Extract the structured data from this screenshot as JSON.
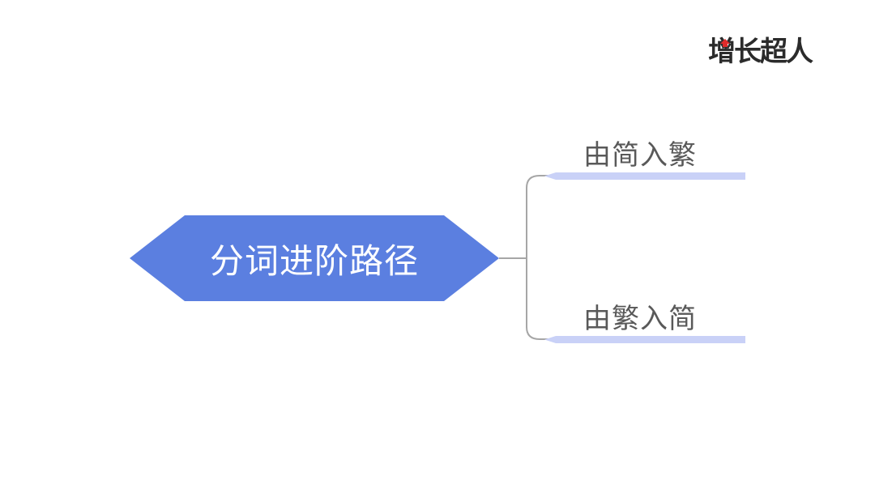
{
  "brand": {
    "logo_text": "增长超人",
    "logo_color": "#2b2b2b",
    "logo_accent": "#e02b2b"
  },
  "mindmap": {
    "root": {
      "label": "分词进阶路径",
      "color": "#5b7fe0"
    },
    "branches": [
      {
        "label": "由简入繁"
      },
      {
        "label": "由繁入简"
      }
    ],
    "branch_bar_color": "#c9d1f7",
    "connector_color": "#a6a6a6"
  }
}
